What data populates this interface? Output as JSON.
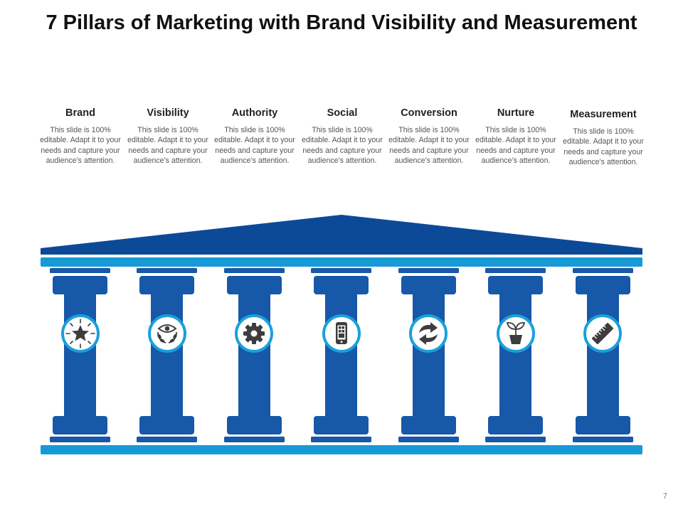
{
  "slide": {
    "title": "7 Pillars of Marketing with Brand Visibility and Measurement",
    "page_number": "7"
  },
  "colors": {
    "roof": "#0c4a98",
    "column": "#1758a8",
    "accent": "#169ad6",
    "icon_ring": "#1aa0dc",
    "icon_fill": "#3d3d3d"
  },
  "pillars": [
    {
      "name": "Brand",
      "description": "This slide is 100% editable. Adapt it to your needs and capture your audience's attention.",
      "icon": "star-icon"
    },
    {
      "name": "Visibility",
      "description": "This slide is 100% editable. Adapt it to your needs and capture your audience's attention.",
      "icon": "eye-laurel-icon"
    },
    {
      "name": "Authority",
      "description": "This slide is 100% editable. Adapt it to your needs and capture your audience's attention.",
      "icon": "gear-icon"
    },
    {
      "name": "Social",
      "description": "This slide is 100% editable. Adapt it to your needs and capture your audience's attention.",
      "icon": "smartphone-icon"
    },
    {
      "name": "Conversion",
      "description": "This slide is 100% editable. Adapt it to your needs and capture your audience's attention.",
      "icon": "exchange-arrows-icon"
    },
    {
      "name": "Nurture",
      "description": "This slide is 100% editable. Adapt it to your needs and capture your audience's attention.",
      "icon": "plant-pot-icon"
    },
    {
      "name": "Measurement",
      "description": "This slide is 100% editable. Adapt it to your needs and capture your audience's attention.",
      "icon": "ruler-icon"
    }
  ]
}
